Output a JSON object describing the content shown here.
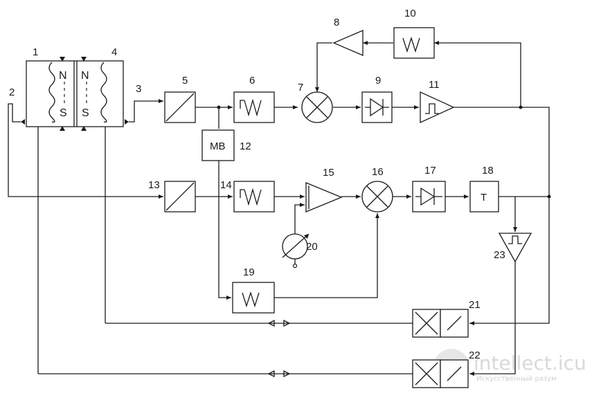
{
  "labels": {
    "n1": "1",
    "n2": "2",
    "n3": "3",
    "n4": "4",
    "n5": "5",
    "n6": "6",
    "n7": "7",
    "n8": "8",
    "n9": "9",
    "n10": "10",
    "n11": "11",
    "n12": "12",
    "n13": "13",
    "n14": "14",
    "n15": "15",
    "n16": "16",
    "n17": "17",
    "n18": "18",
    "n19": "19",
    "n20": "20",
    "n21": "21",
    "n22": "22",
    "n23": "23"
  },
  "blocks": {
    "mv": "MB",
    "t": "T"
  },
  "magnet": {
    "left_top": "N",
    "left_bottom": "S",
    "right_top": "N",
    "right_bottom": "S"
  },
  "watermark": {
    "brand": "intellect.icu",
    "tagline": "Искусственный разум"
  }
}
